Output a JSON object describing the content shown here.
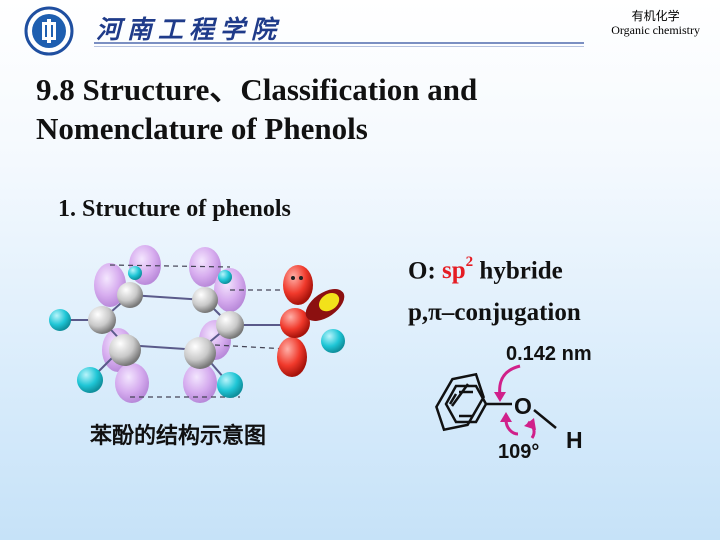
{
  "header": {
    "school_name": "河南工程学院",
    "course_cn": "有机化学",
    "course_en": "Organic chemistry"
  },
  "title": {
    "line1": "9.8 Structure、Classification  and",
    "line2": "Nomenclature of Phenols"
  },
  "section": {
    "heading": "1. Structure of phenols"
  },
  "molecule": {
    "caption": "苯酚的结构示意图"
  },
  "properties": {
    "line1_prefix": "O: ",
    "line1_hybrid": "sp",
    "line1_sup": "2",
    "line1_suffix": " hybride",
    "line2": "p,π–conjugation"
  },
  "diagram": {
    "bond_length": "0.142 nm",
    "oxygen": "O",
    "hydrogen": "H",
    "angle": "109°"
  },
  "colors": {
    "accent_red": "#e51c23",
    "orbital_purple": "#d6a6ee",
    "carbon_gray": "#c9c9c9",
    "hydrogen_cyan": "#1fc6d6",
    "arrow_magenta": "#d0208a"
  }
}
